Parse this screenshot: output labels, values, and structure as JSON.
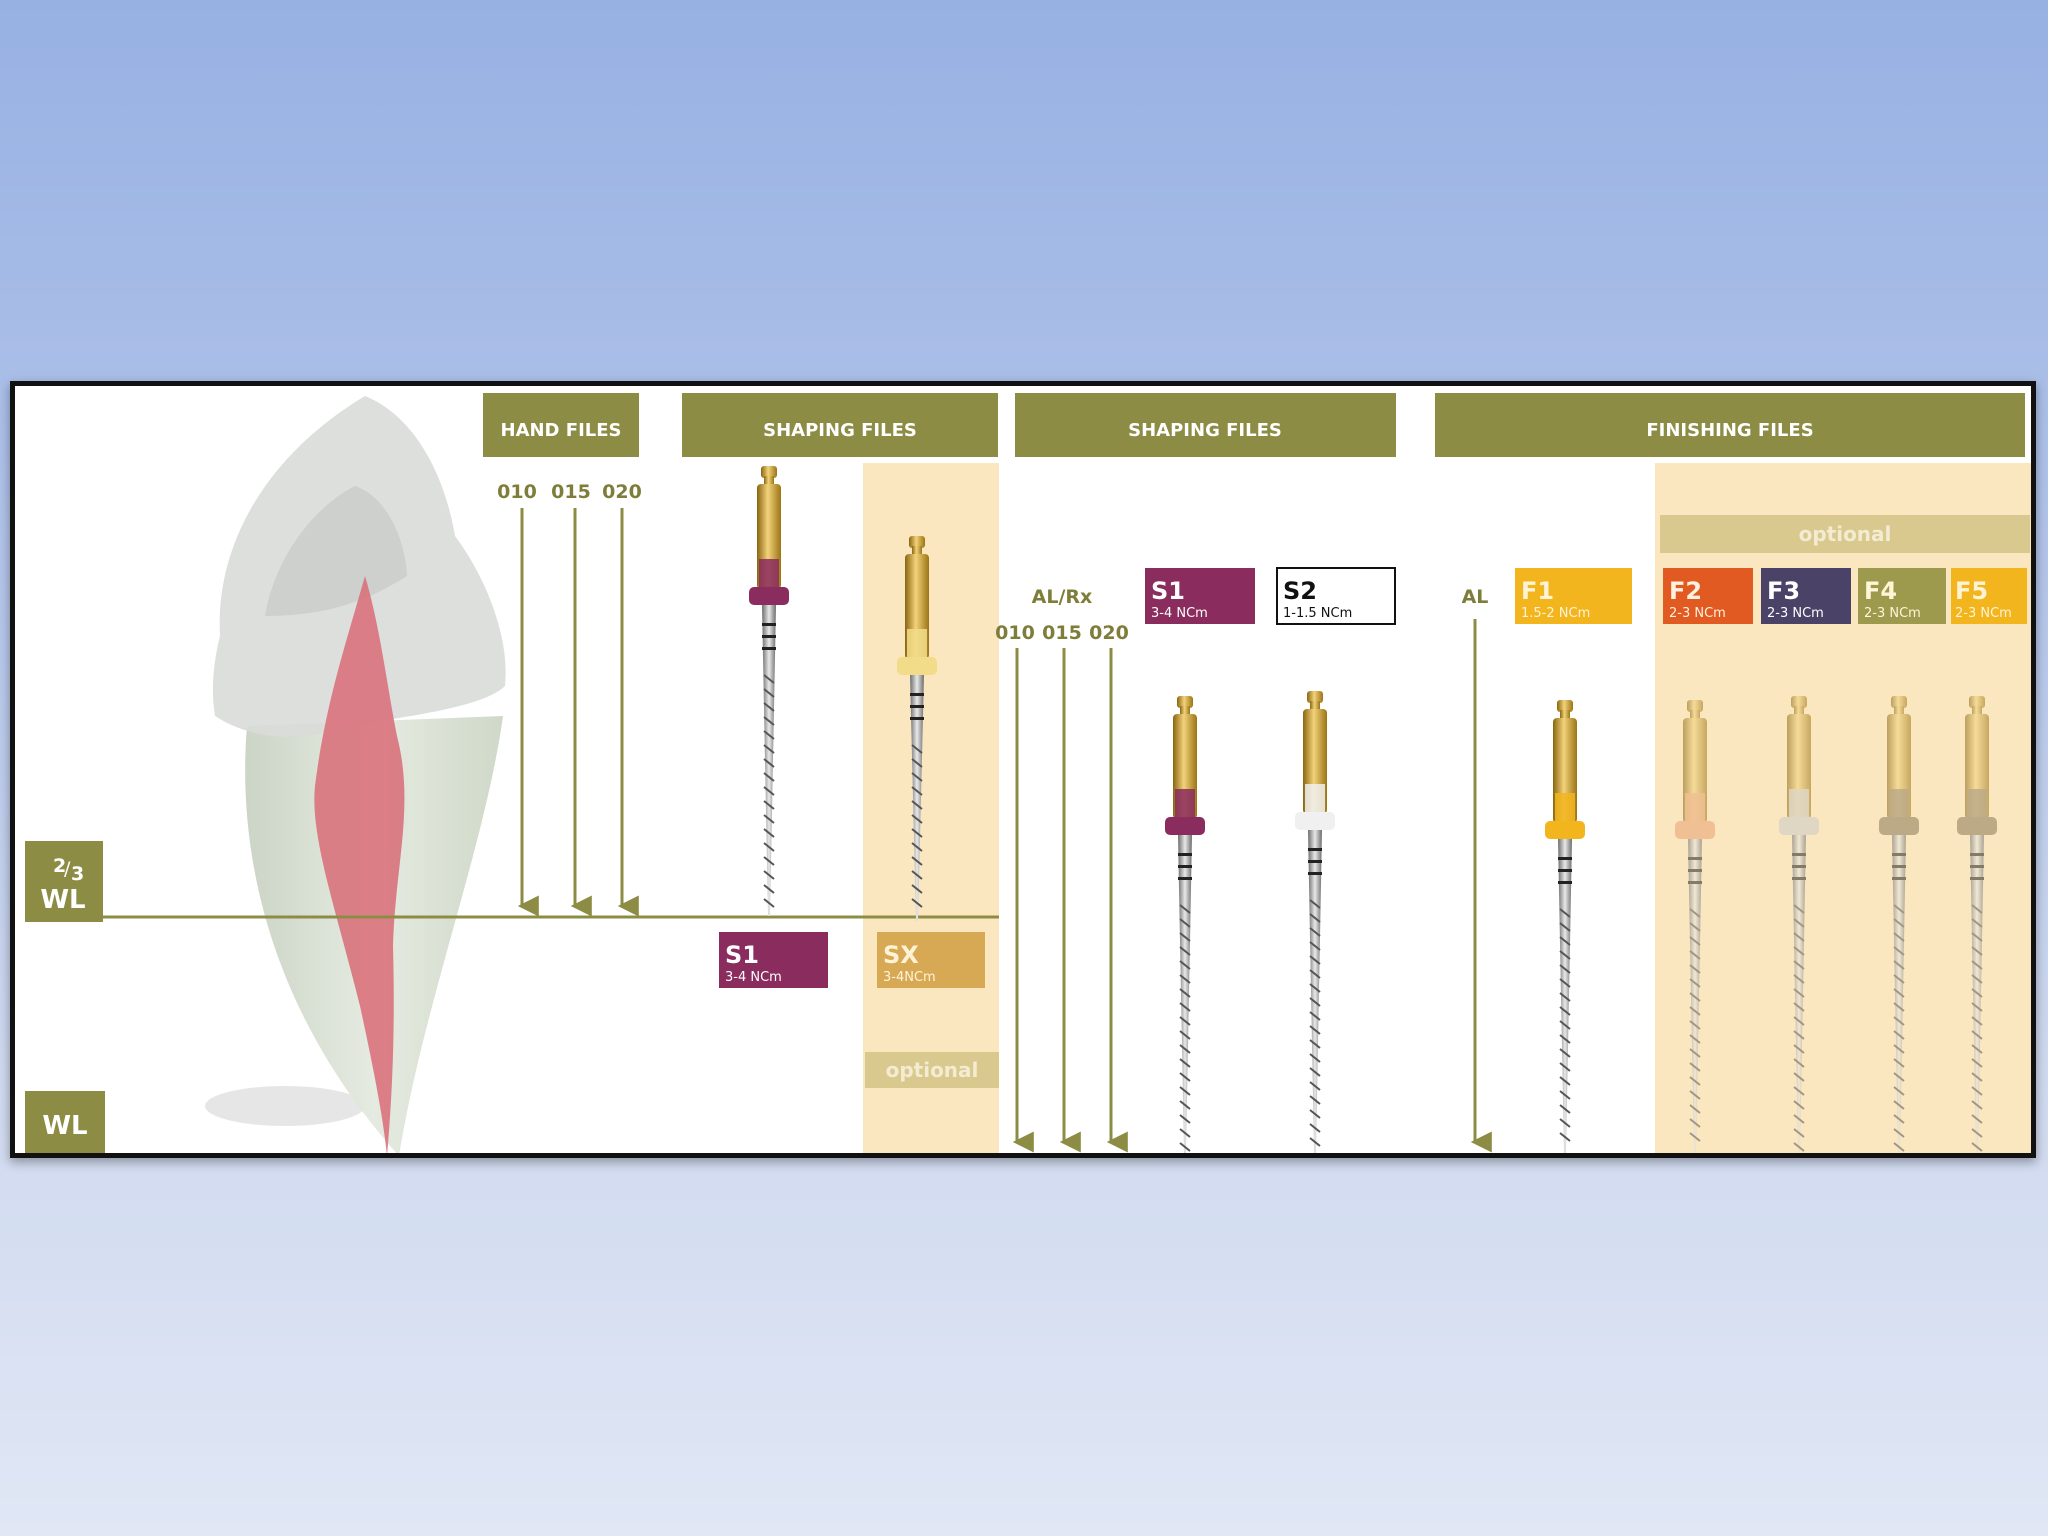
{
  "slide": {
    "headers": {
      "hand_files": "HAND FILES",
      "shaping_files_1": "SHAPING FILES",
      "shaping_files_2": "SHAPING FILES",
      "finishing_files": "FINISHING FILES"
    },
    "hand_file_sizes": [
      "010",
      "015",
      "020"
    ],
    "second_sizes": [
      "010",
      "015",
      "020"
    ],
    "al_rx": "AL/Rx",
    "al": "AL",
    "wl_two_thirds": {
      "fraction_num": "2",
      "fraction_den": "3",
      "label": "WL"
    },
    "wl": "WL",
    "optional": "optional",
    "files": {
      "s1_left": {
        "name": "S1",
        "torque": "3-4 NCm"
      },
      "sx": {
        "name": "SX",
        "torque": "3-4NCm"
      },
      "s1_right": {
        "name": "S1",
        "torque": "3-4 NCm"
      },
      "s2": {
        "name": "S2",
        "torque": "1-1.5 NCm"
      },
      "f1": {
        "name": "F1",
        "torque": "1.5-2 NCm"
      },
      "f2": {
        "name": "F2",
        "torque": "2-3 NCm"
      },
      "f3": {
        "name": "F3",
        "torque": "2-3 NCm"
      },
      "f4": {
        "name": "F4",
        "torque": "2-3 NCm"
      },
      "f5": {
        "name": "F5",
        "torque": "2-3 NCm"
      }
    },
    "colors": {
      "olive": "#8d8c45",
      "olive_text": "#7e7d3a",
      "cream": "#fbe7bf",
      "s1": "#8a2c5e",
      "sx": "#d8a955",
      "f1": "#f2b51e",
      "f2": "#e05a21",
      "f3": "#4b4268",
      "f4": "#9d9a4e",
      "f5": "#f2b51e",
      "pulp": "#d9727c"
    }
  }
}
